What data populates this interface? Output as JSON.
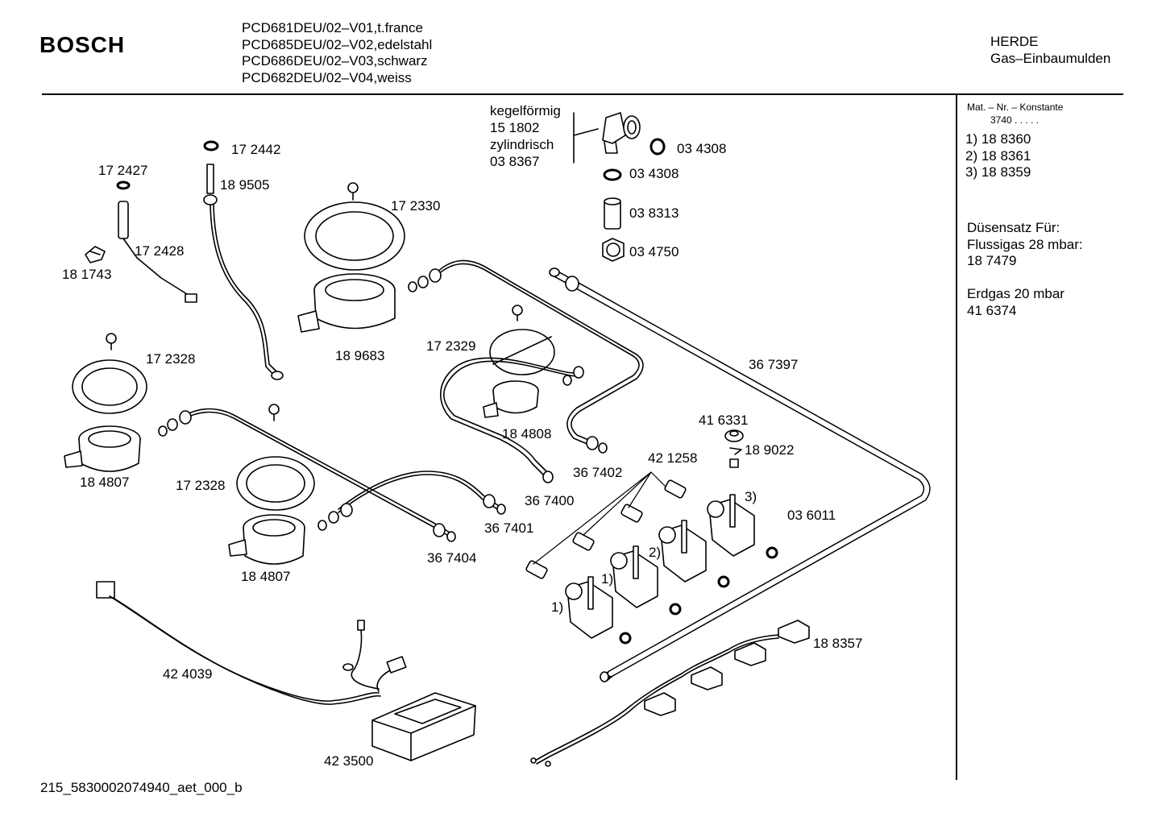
{
  "header": {
    "brand": "BOSCH",
    "models": [
      "PCD681DEU/02–V01,t.france",
      "PCD685DEU/02–V02,edelstahl",
      "PCD686DEU/02–V03,schwarz",
      "PCD682DEU/02–V04,weiss"
    ],
    "category_line1": "HERDE",
    "category_line2": "Gas–Einbaumulden"
  },
  "sidebar": {
    "mat_title": "Mat. – Nr. – Konstante",
    "mat_value": "3740  .  .  .  .  .",
    "variants": [
      "1) 18 8360",
      "2) 18 8361",
      "3) 18 8359"
    ],
    "nozzle_title": "Düsensatz Für:",
    "lpg_label": "Flussigas 28 mbar:",
    "lpg_part": "18 7479",
    "ng_label": "Erdgas 20 mbar",
    "ng_part": "41 6374"
  },
  "labels": {
    "kegel": "kegelförmig",
    "p151802": "15 1802",
    "zyl": "zylindrisch",
    "p038367": "03 8367",
    "p034308a": "03 4308",
    "p034308b": "03 4308",
    "p038313": "03 8313",
    "p034750": "03 4750",
    "p172442": "17 2442",
    "p189505": "18 9505",
    "p172427": "17 2427",
    "p172428": "17 2428",
    "p181743": "18 1743",
    "p172330": "17 2330",
    "p189683": "18 9683",
    "p172329": "17 2329",
    "p184808": "18 4808",
    "p172328a": "17 2328",
    "p184807a": "18 4807",
    "p172328b": "17 2328",
    "p184807b": "18 4807",
    "p367397": "36 7397",
    "p367402": "36 7402",
    "p367400": "36 7400",
    "p367401": "36 7401",
    "p367404": "36 7404",
    "p416331": "41 6331",
    "p189022": "18 9022",
    "p421258": "42 1258",
    "p036011": "03 6011",
    "v3": "3)",
    "v2": "2)",
    "v1a": "1)",
    "v1b": "1)",
    "p188357": "18 8357",
    "p424039": "42 4039",
    "p423500": "42 3500"
  },
  "footer": {
    "code": "215_5830002074940_aet_000_b"
  }
}
